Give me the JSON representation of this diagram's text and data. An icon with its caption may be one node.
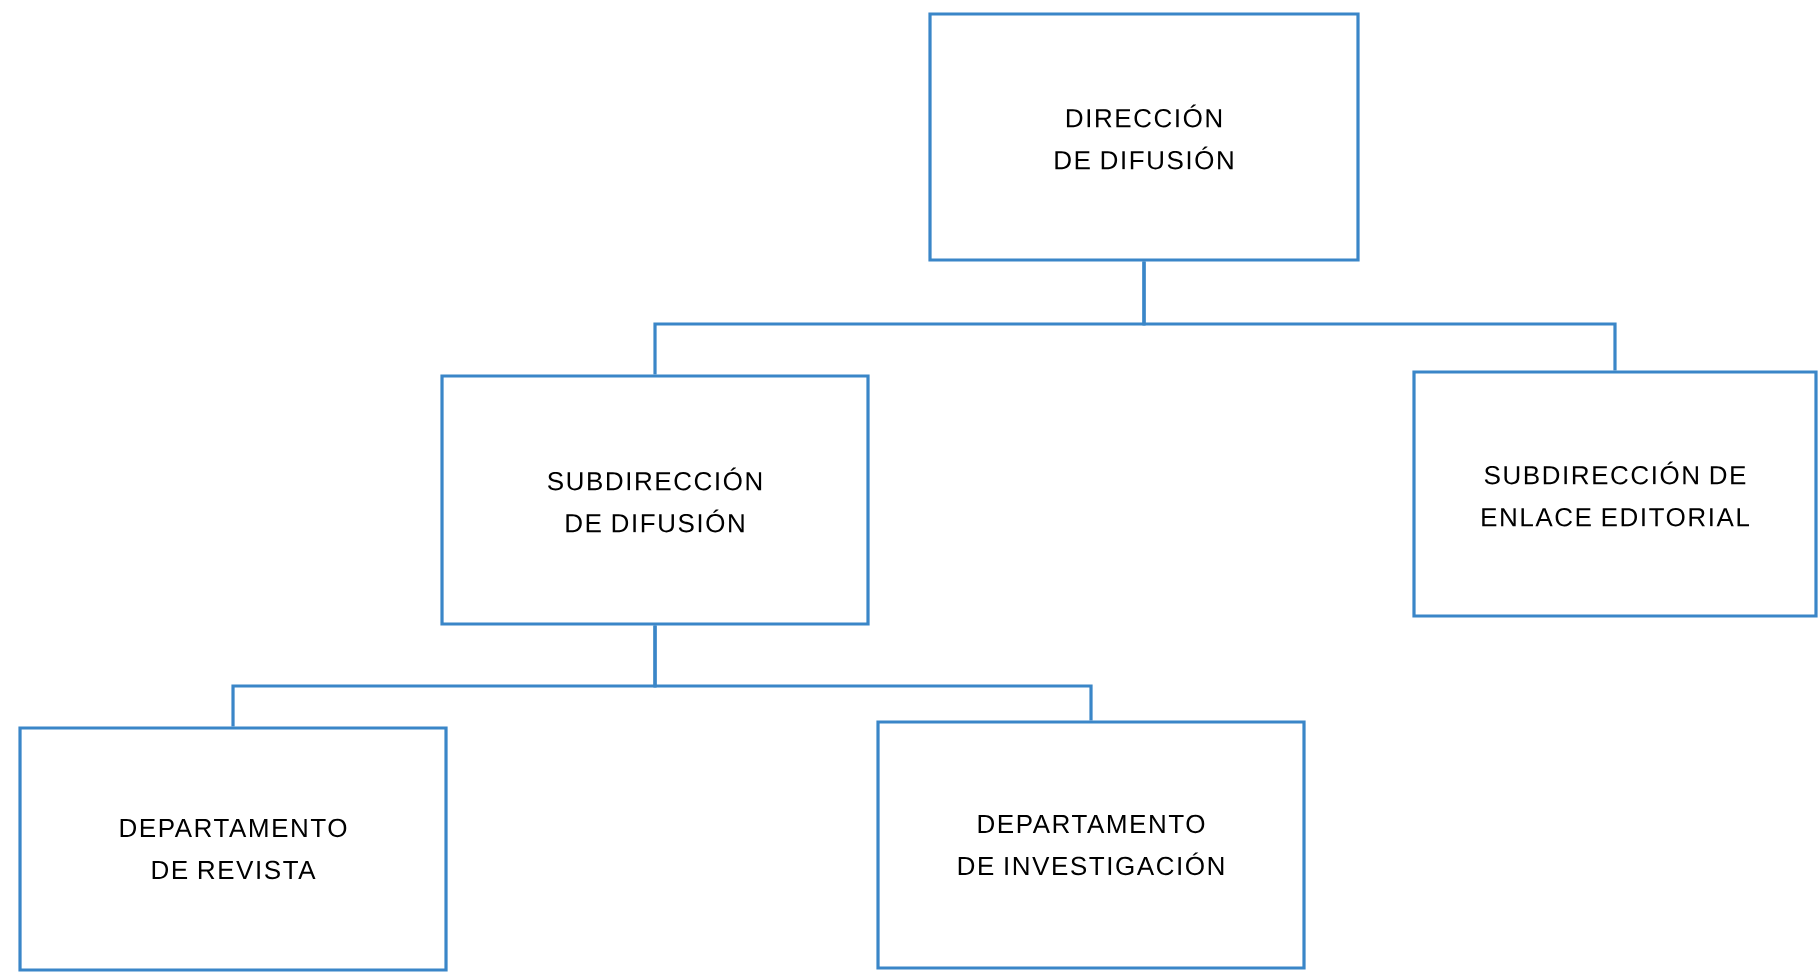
{
  "diagram": {
    "nodes": [
      {
        "text": [
          "DIRECCIÓN DE DIFUSIÓN"
        ]
      },
      {
        "text": [
          "SUBDIRECCIÓN DE DIFUSIÓN"
        ]
      },
      {
        "text": [
          "SUBDIRECCIÓN DE ENLACE EDITORIAL"
        ]
      },
      {
        "text": [
          "DEPARTAMENTO DE REVISTA"
        ]
      },
      {
        "text": [
          "DEPARTAMENTO DE INVESTIGACIÓN"
        ]
      }
    ],
    "edges": [
      {
        "from": 0,
        "to": 1,
        "arrow": "none"
      },
      {
        "from": 0,
        "to": 2,
        "arrow": "none"
      },
      {
        "from": 1,
        "to": 3,
        "arrow": "none"
      },
      {
        "from": 1,
        "to": 4,
        "arrow": "none"
      }
    ]
  }
}
